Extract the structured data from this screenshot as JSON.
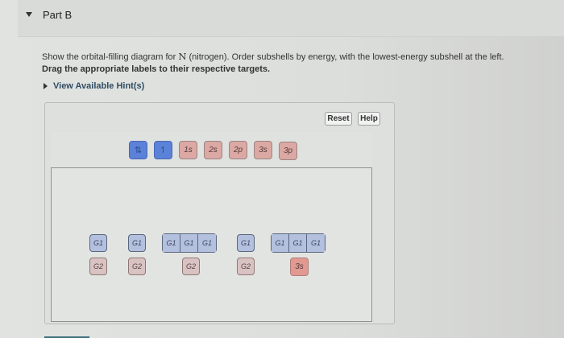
{
  "part": {
    "title": "Part B",
    "caret_icon": "caret-down-icon"
  },
  "instructions": {
    "prefix": "Show the orbital-filling diagram for ",
    "element_symbol": "N",
    "suffix": " (nitrogen). Order subshells by energy, with the lowest-energy subshell at the left.",
    "drag_text": "Drag the appropriate labels to their respective targets."
  },
  "hint": {
    "label": "View Available Hint(s)",
    "icon": "caret-right-icon"
  },
  "toolbar": {
    "reset_label": "Reset",
    "help_label": "Help"
  },
  "label_bank": {
    "tiles": [
      {
        "label": "1l",
        "display": "⇅",
        "kind": "arrow",
        "color": "#5b82d8",
        "meaning": "paired electrons"
      },
      {
        "label": "1",
        "display": "↿",
        "kind": "arrow",
        "color": "#5b82d8",
        "meaning": "single electron"
      },
      {
        "label": "1s",
        "display": "1s",
        "kind": "subshell",
        "color": "#dba8a4"
      },
      {
        "label": "2s",
        "display": "2s",
        "kind": "subshell",
        "color": "#dba8a4"
      },
      {
        "label": "2p",
        "display": "2p",
        "kind": "subshell",
        "color": "#dba8a4"
      },
      {
        "label": "3s",
        "display": "3s",
        "kind": "subshell",
        "color": "#dba8a4"
      },
      {
        "label": "3p",
        "display": "3p",
        "kind": "subshell",
        "color": "#dba8a4"
      }
    ]
  },
  "targets": {
    "columns": [
      {
        "g1": [
          "G1"
        ],
        "g2": "G2"
      },
      {
        "g1": [
          "G1"
        ],
        "g2": "G2"
      },
      {
        "g1": [
          "G1",
          "G1",
          "G1"
        ],
        "g2": "G2"
      },
      {
        "g1": [
          "G1"
        ],
        "g2": "G2"
      },
      {
        "g1": [
          "G1",
          "G1",
          "G1"
        ],
        "g2": "3s",
        "g2_filled": true
      }
    ]
  },
  "footer": {
    "submit_color": "#3e6d7d"
  },
  "colors": {
    "arrow_tile": "#5b82d8",
    "subshell_tile": "#dba8a4",
    "g1_target": "#b3c0de",
    "g2_target": "#d9c3c2",
    "hint_link": "#2f4c63"
  }
}
